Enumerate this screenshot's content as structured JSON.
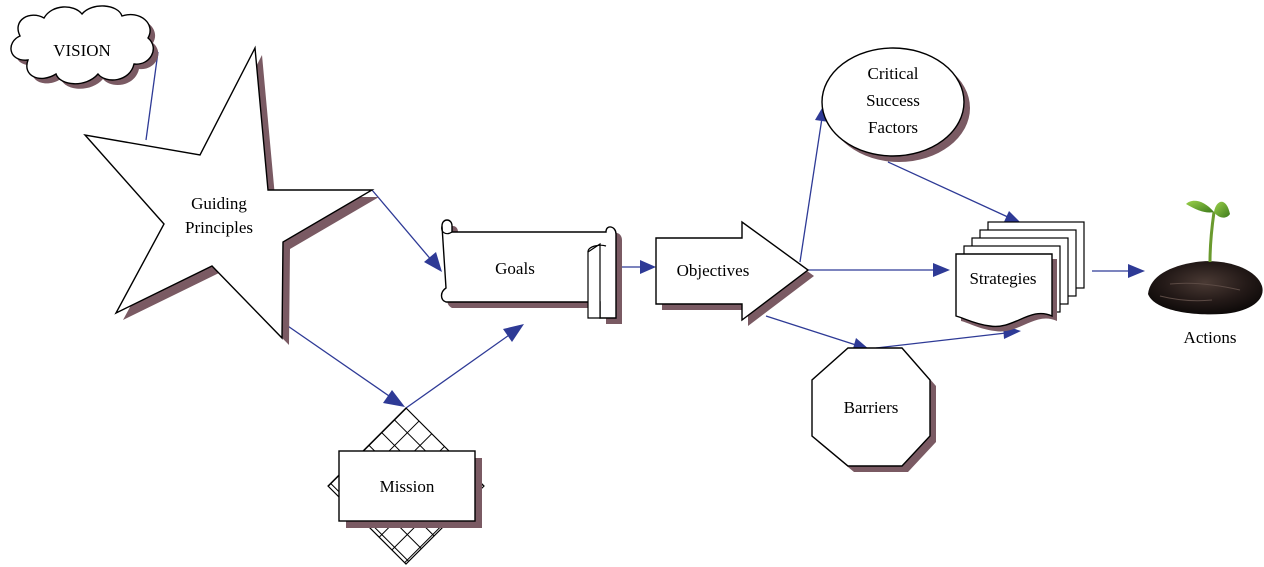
{
  "diagram": {
    "nodes": {
      "vision": "VISION",
      "guiding_principles": [
        "Guiding",
        "Principles"
      ],
      "goals": "Goals",
      "mission": "Mission",
      "objectives": "Objectives",
      "critical_success_factors": [
        "Critical",
        "Success",
        "Factors"
      ],
      "strategies": "Strategies",
      "barriers": "Barriers",
      "actions": "Actions"
    },
    "colors": {
      "connector": "#2e3a96",
      "shadow": "#7a5a63",
      "outline": "#000000"
    },
    "icons": {
      "actions": "seedling-icon"
    }
  }
}
